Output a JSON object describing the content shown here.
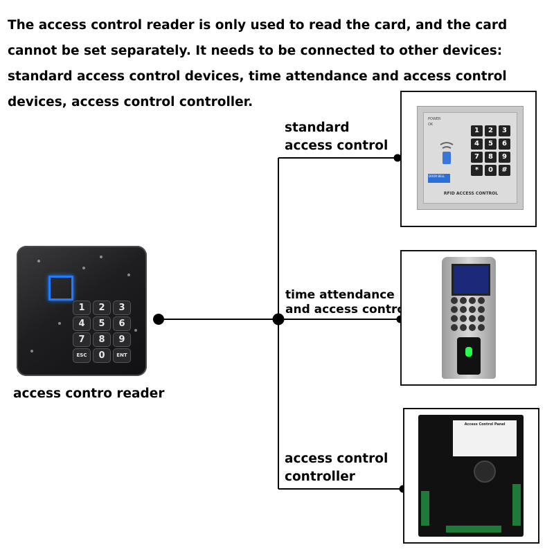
{
  "intro": "The access control reader is only used to read the card, and the card cannot be set separately. It needs to be connected to other devices: standard access control devices, time attendance and access control devices, access control controller.",
  "reader": {
    "label": "access contro reader",
    "keys": [
      "1",
      "2",
      "3",
      "4",
      "5",
      "6",
      "7",
      "8",
      "9",
      "ESC",
      "0",
      "ENT"
    ]
  },
  "branches": [
    {
      "label": "standard\naccess control"
    },
    {
      "label": "time attendance\nand access control"
    },
    {
      "label": "access control\ncontroller"
    }
  ],
  "keypad_device": {
    "keys": [
      "1",
      "2",
      "3",
      "4",
      "5",
      "6",
      "7",
      "8",
      "9",
      "*",
      "0",
      "#"
    ],
    "leds": [
      "POWER",
      "OK"
    ],
    "bell": "DOOR BELL",
    "caption": "RFID ACCESS CONTROL"
  },
  "controller_device": {
    "panel_title": "Access Control Panel"
  },
  "colors": {
    "line": "#000000",
    "reader_led": "#1e7cff",
    "panel_border": "#111111"
  }
}
